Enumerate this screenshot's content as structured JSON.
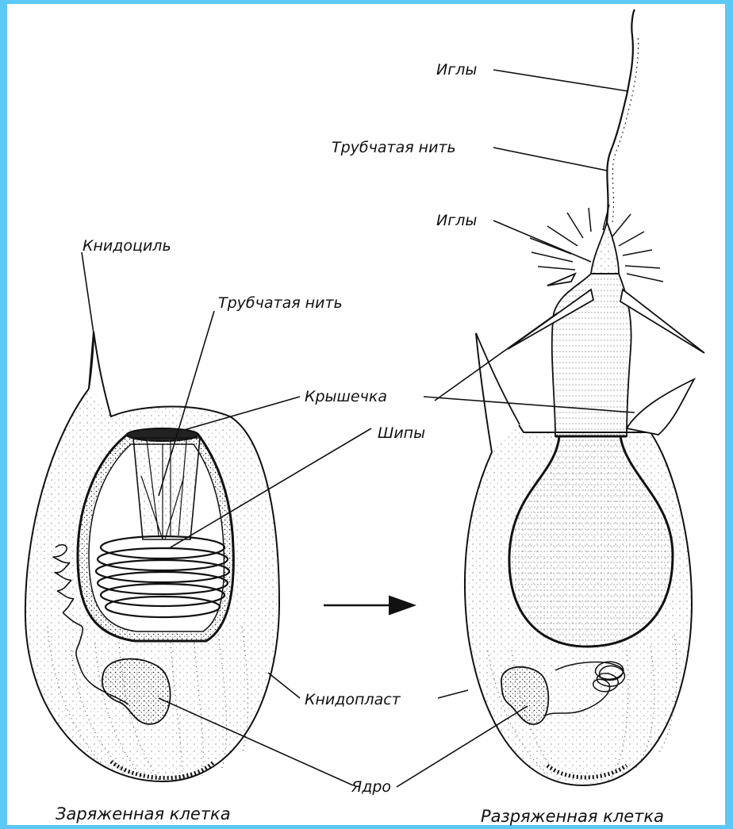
{
  "labels": {
    "igly_top": "Иглы",
    "trub_nit_right": "Трубчатая нить",
    "igly_mid": "Иглы",
    "knidocil": "Книдоциль",
    "trub_nit_left": "Трубчатая нить",
    "kryshechka": "Крышечка",
    "shipy": "Шипы",
    "knidoplast": "Книдопласт",
    "yadro": "Ядро"
  },
  "captions": {
    "charged": "Заряженная клетка",
    "discharged": "Разряженная клетка"
  },
  "colors": {
    "frame": "#5bc8f5",
    "ink": "#111111",
    "paper": "#ffffff"
  }
}
